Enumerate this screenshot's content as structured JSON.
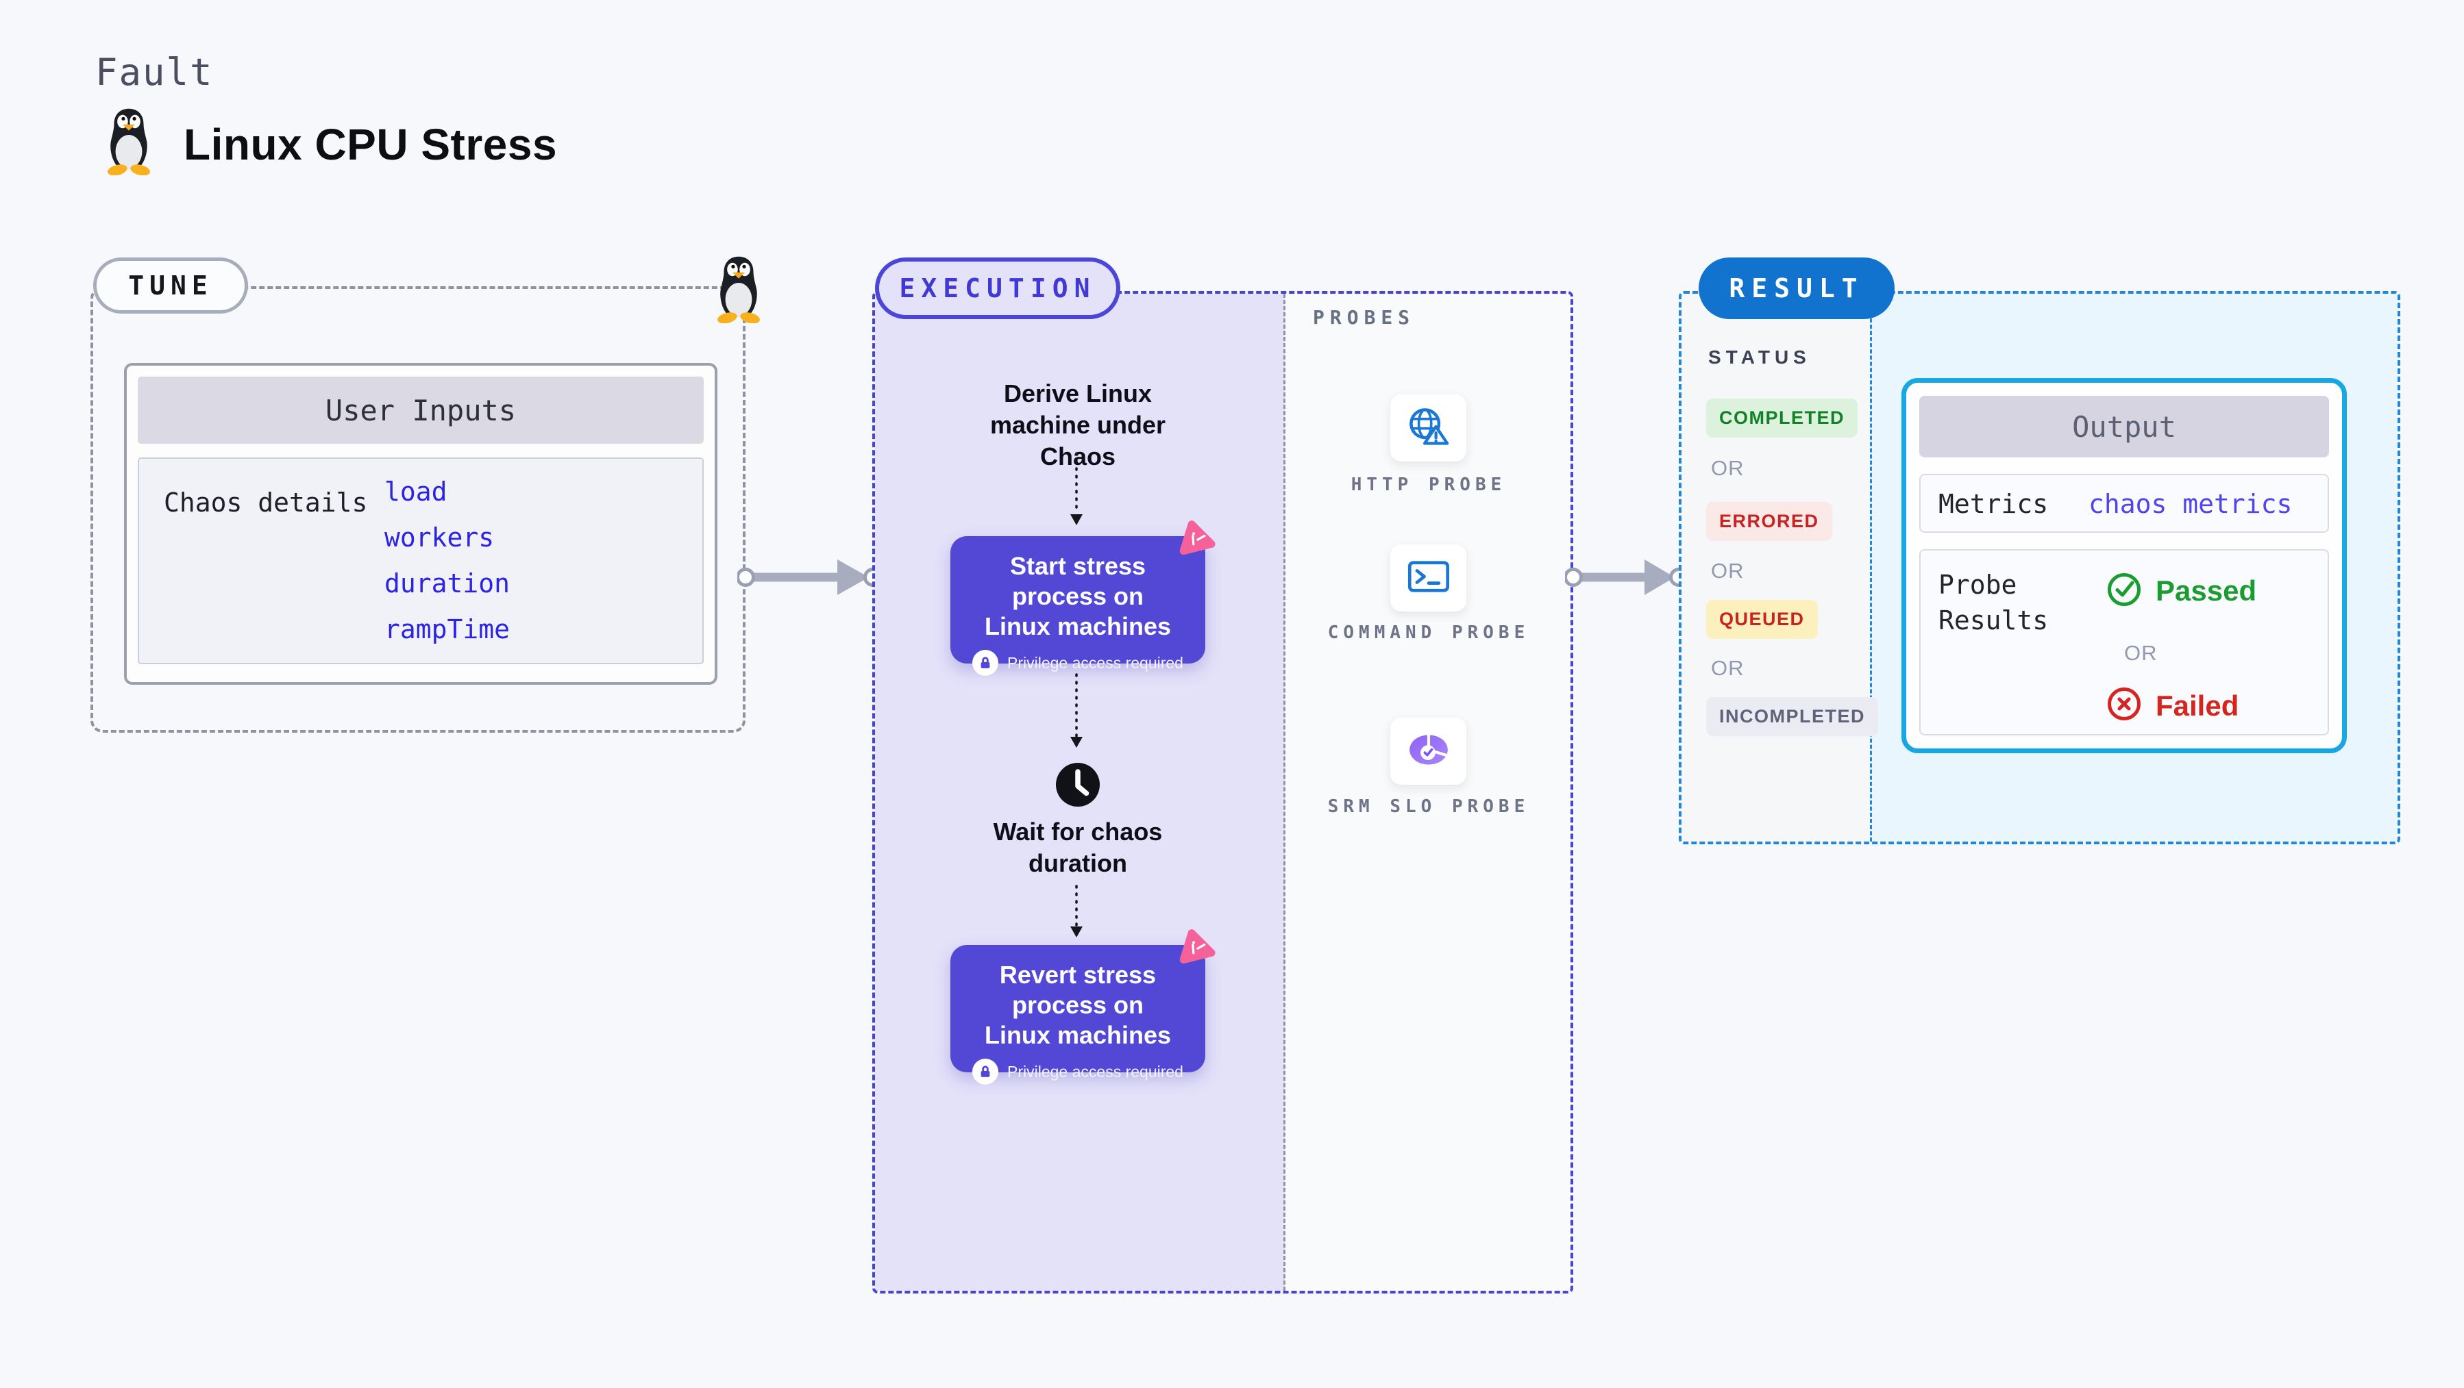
{
  "header": {
    "kicker": "Fault",
    "title": "Linux CPU Stress"
  },
  "tune": {
    "pill": "TUNE",
    "panel_header": "User Inputs",
    "row_label": "Chaos details",
    "inputs": [
      "load",
      "workers",
      "duration",
      "rampTime"
    ]
  },
  "execution": {
    "pill": "EXECUTION",
    "derive_label": "Derive Linux machine under Chaos",
    "start_card": {
      "title": "Start stress process on Linux machines",
      "note": "Privilege access required"
    },
    "wait_label": "Wait for chaos duration",
    "revert_card": {
      "title": "Revert stress process on Linux machines",
      "note": "Privilege access required"
    }
  },
  "probes": {
    "heading": "PROBES",
    "items": [
      {
        "label": "HTTP PROBE",
        "icon": "globe-alert-icon"
      },
      {
        "label": "COMMAND PROBE",
        "icon": "terminal-icon"
      },
      {
        "label": "SRM SLO PROBE",
        "icon": "slo-donut-icon"
      }
    ]
  },
  "result": {
    "pill": "RESULT",
    "status_heading": "STATUS",
    "or_label": "OR",
    "statuses": [
      {
        "label": "COMPLETED",
        "kind": "completed"
      },
      {
        "label": "ERRORED",
        "kind": "errored"
      },
      {
        "label": "QUEUED",
        "kind": "queued"
      },
      {
        "label": "INCOMPLETED",
        "kind": "incompleted"
      }
    ],
    "output": {
      "header": "Output",
      "metrics_label": "Metrics",
      "metrics_value": "chaos metrics",
      "probe_results_label": "Probe Results",
      "passed_label": "Passed",
      "failed_label": "Failed"
    }
  },
  "colors": {
    "accent_indigo": "#5348d6",
    "execution_lavender": "#e4e2f9",
    "result_blue": "#1173ce",
    "output_border": "#17a7e2",
    "chaos_pink": "#f5629a",
    "link_blue": "#2c24e2",
    "passed_green": "#1b9c31",
    "failed_red": "#d5251e"
  }
}
